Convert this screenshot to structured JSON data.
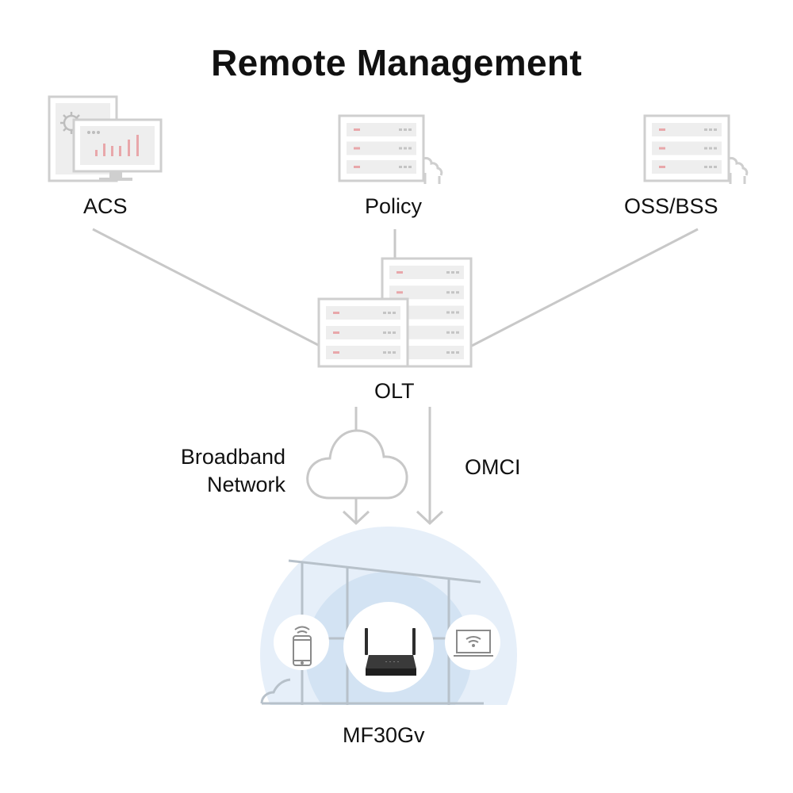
{
  "title": "Remote Management",
  "nodes": {
    "acs": {
      "label": "ACS",
      "icon": "monitor-dashboard-icon"
    },
    "policy": {
      "label": "Policy",
      "icon": "server-gear-icon"
    },
    "oss_bss": {
      "label": "OSS/BSS",
      "icon": "server-gear-icon"
    },
    "olt": {
      "label": "OLT",
      "icon": "server-rack-icon"
    },
    "device": {
      "label": "MF30Gv",
      "icon": "router-icon"
    }
  },
  "links": {
    "broadband": {
      "label_line1": "Broadband",
      "label_line2": "Network",
      "icon": "cloud-icon"
    },
    "omci": {
      "label": "OMCI"
    }
  },
  "clients": [
    {
      "name": "smartphone",
      "icon": "smartphone-icon"
    },
    {
      "name": "laptop",
      "icon": "laptop-icon"
    }
  ],
  "colors": {
    "line": "#c8c8c8",
    "server_fill": "#eeeeee",
    "accent_red": "#e8a7aa",
    "coverage_outer": "#e6eff9",
    "coverage_inner": "#d3e3f3"
  }
}
